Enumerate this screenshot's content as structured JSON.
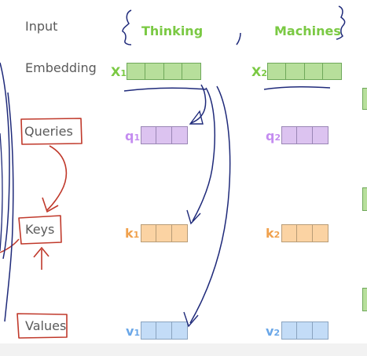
{
  "rows": {
    "input": "Input",
    "embedding": "Embedding",
    "queries": "Queries",
    "keys": "Keys",
    "values": "Values"
  },
  "words": [
    "Thinking",
    "Machines"
  ],
  "vectors": {
    "x1": {
      "letter": "X",
      "sub": "1"
    },
    "x2": {
      "letter": "X",
      "sub": "2"
    },
    "q1": {
      "letter": "q",
      "sub": "1"
    },
    "q2": {
      "letter": "q",
      "sub": "2"
    },
    "k1": {
      "letter": "k",
      "sub": "1"
    },
    "k2": {
      "letter": "k",
      "sub": "2"
    },
    "v1": {
      "letter": "v",
      "sub": "1"
    },
    "v2": {
      "letter": "v",
      "sub": "2"
    }
  },
  "colors": {
    "word": "#7ac943",
    "embedding": "#b7df9b",
    "query": "#dcc3f0",
    "key": "#fbd3a3",
    "value": "#c3dcf7",
    "ink_red": "#c0392b",
    "ink_blue": "#1f2a7a"
  }
}
